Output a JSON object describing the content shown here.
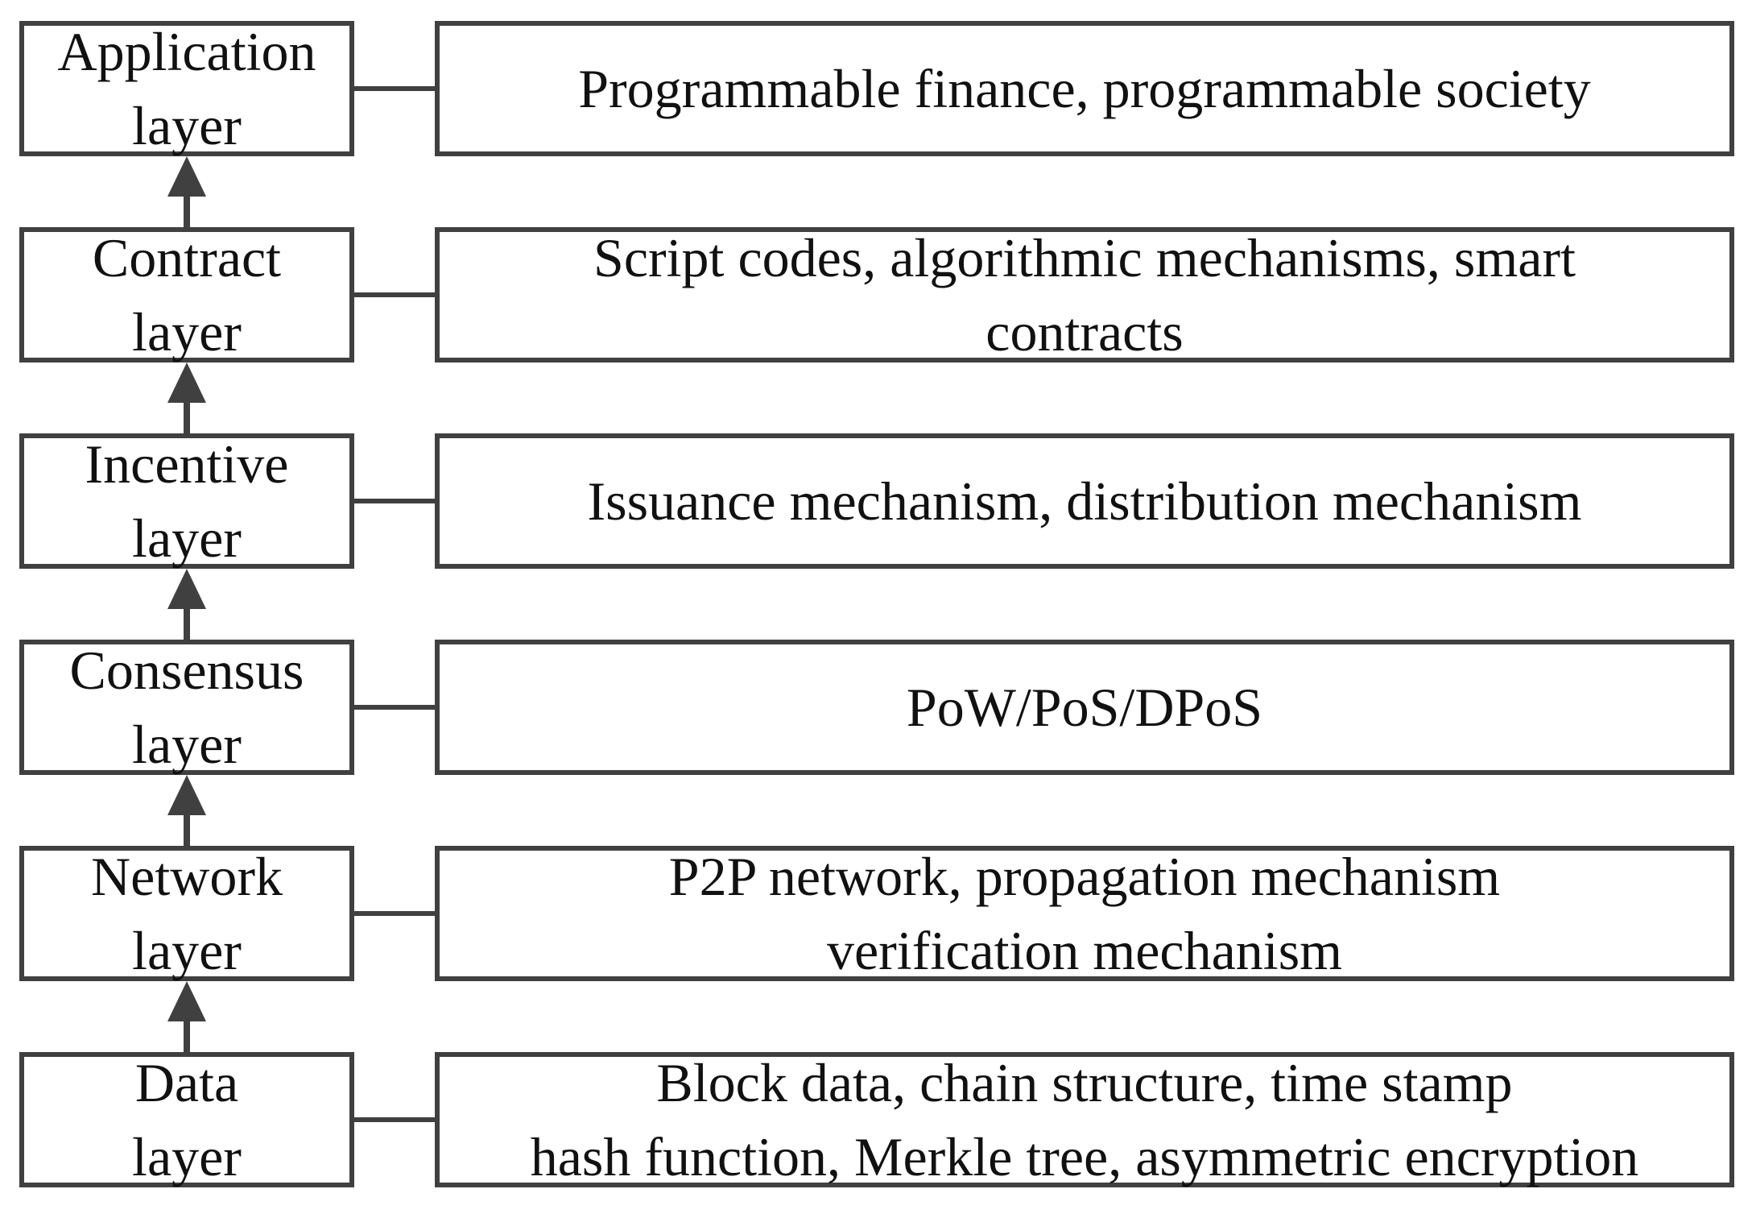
{
  "diagram": {
    "line_color": "#404040",
    "rows": [
      {
        "layer": "Application\nlayer",
        "description": "Programmable finance, programmable society"
      },
      {
        "layer": "Contract\nlayer",
        "description": "Script codes, algorithmic mechanisms,  smart\ncontracts"
      },
      {
        "layer": "Incentive\nlayer",
        "description": "Issuance mechanism, distribution mechanism"
      },
      {
        "layer": "Consensus\nlayer",
        "description": "PoW/PoS/DPoS"
      },
      {
        "layer": "Network\nlayer",
        "description": "P2P network, propagation mechanism\nverification mechanism"
      },
      {
        "layer": "Data\nlayer",
        "description": "Block data, chain structure, time stamp\nhash function, Merkle tree, asymmetric encryption"
      }
    ]
  }
}
